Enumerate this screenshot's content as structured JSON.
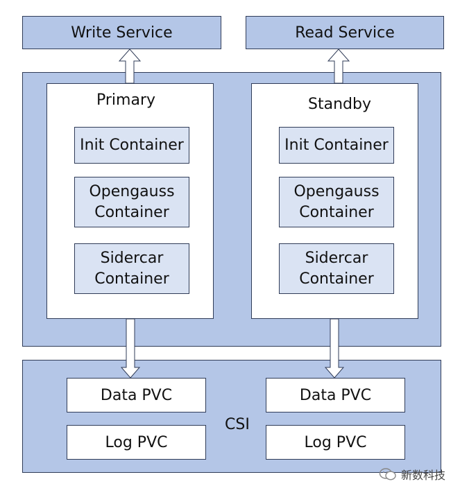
{
  "services": {
    "write": "Write Service",
    "read": "Read Service"
  },
  "pods": {
    "primary": {
      "title": "Primary",
      "containers": [
        "Init Container",
        "Opengauss\nContainer",
        "Sidercar\nContainer"
      ]
    },
    "standby": {
      "title": "Standby",
      "containers": [
        "Init Container",
        "Opengauss\nContainer",
        "Sidercar\nContainer"
      ]
    }
  },
  "storage": {
    "label": "CSI",
    "left": [
      "Data PVC",
      "Log PVC"
    ],
    "right": [
      "Data PVC",
      "Log PVC"
    ]
  },
  "watermark": "新数科技",
  "colors": {
    "blue_fill": "#b4c6e7",
    "light_fill": "#dae3f3",
    "border": "#2f3b57"
  }
}
